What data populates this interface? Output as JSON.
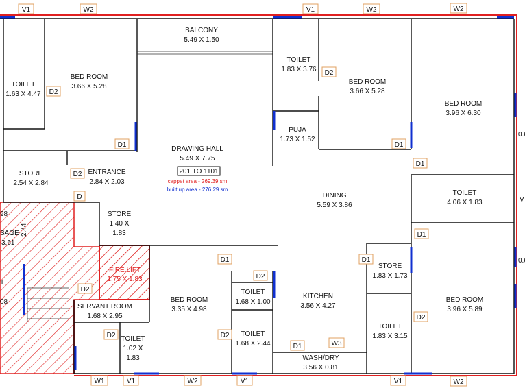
{
  "rooms": {
    "toilet_left": {
      "name": "TOILET",
      "dim": "1.63 X 4.47"
    },
    "bed_left": {
      "name": "BED ROOM",
      "dim": "3.66 X 5.28"
    },
    "balcony": {
      "name": "BALCONY",
      "dim": "5.49 X 1.50"
    },
    "toilet_mid_top": {
      "name": "TOILET",
      "dim": "1.83 X 3.76"
    },
    "bed_mid": {
      "name": "BED ROOM",
      "dim": "3.66 X 5.28"
    },
    "bed_right_top": {
      "name": "BED ROOM",
      "dim": "3.96 X 6.30"
    },
    "puja": {
      "name": "PUJA",
      "dim": "1.73 X 1.52"
    },
    "drawing_hall": {
      "name": "DRAWING HALL",
      "dim": "5.49 X 7.75"
    },
    "store_left": {
      "name": "STORE",
      "dim": "2.54 X 2.84"
    },
    "entrance": {
      "name": "ENTRANCE",
      "dim": "2.84 X 2.03"
    },
    "toilet_right": {
      "name": "TOILET",
      "dim": "4.06 X 1.83"
    },
    "dining": {
      "name": "DINING",
      "dim": "5.59 X 3.86"
    },
    "store_mid": {
      "name": "STORE",
      "dim1": "1.40 X",
      "dim2": "1.83"
    },
    "fire_lift": {
      "name": "FIRE LIFT",
      "dim": "1.75 X 1.83"
    },
    "servant": {
      "name": "SERVANT ROOM",
      "dim": "1.68 X 2.95"
    },
    "toilet_servant": {
      "name": "TOILET",
      "dim1": "1.02 X",
      "dim2": "1.83"
    },
    "bed_bottom": {
      "name": "BED ROOM",
      "dim": "3.35 X 4.98"
    },
    "toilet_small1": {
      "name": "TOILET",
      "dim": "1.68 X 1.00"
    },
    "toilet_small2": {
      "name": "TOILET",
      "dim": "1.68 X 2.44"
    },
    "kitchen": {
      "name": "KITCHEN",
      "dim": "3.56 X 4.27"
    },
    "wash": {
      "name": "WASH/DRY",
      "dim": "3.56 X 0.81"
    },
    "store_right": {
      "name": "STORE",
      "dim": "1.83 X 1.73"
    },
    "toilet_br": {
      "name": "TOILET",
      "dim": "1.83 X 3.15"
    },
    "bed_right_bottom": {
      "name": "BED ROOM",
      "dim": "3.96 X 5.89"
    }
  },
  "unit_box": "201 TO 1101",
  "carpet_area": "cappet area  - 269.39 sm",
  "built_area": "built up area - 276.29 sm",
  "passage_fragments": {
    "a": "98",
    "b": "SAGE",
    "c": "3.61",
    "d": "2.44",
    "e": "T",
    "f": "08"
  },
  "right_edge": {
    "a": "0.6",
    "b": "V",
    "c": "0.6"
  },
  "tags": {
    "w1": "W1",
    "w2": "W2",
    "w3": "W3",
    "v1": "V1",
    "d1": "D1",
    "d2": "D2",
    "d": "D"
  },
  "colors": {
    "boundary": "#e02020",
    "window": "#1030d0",
    "tag_border": "#e0a060"
  }
}
